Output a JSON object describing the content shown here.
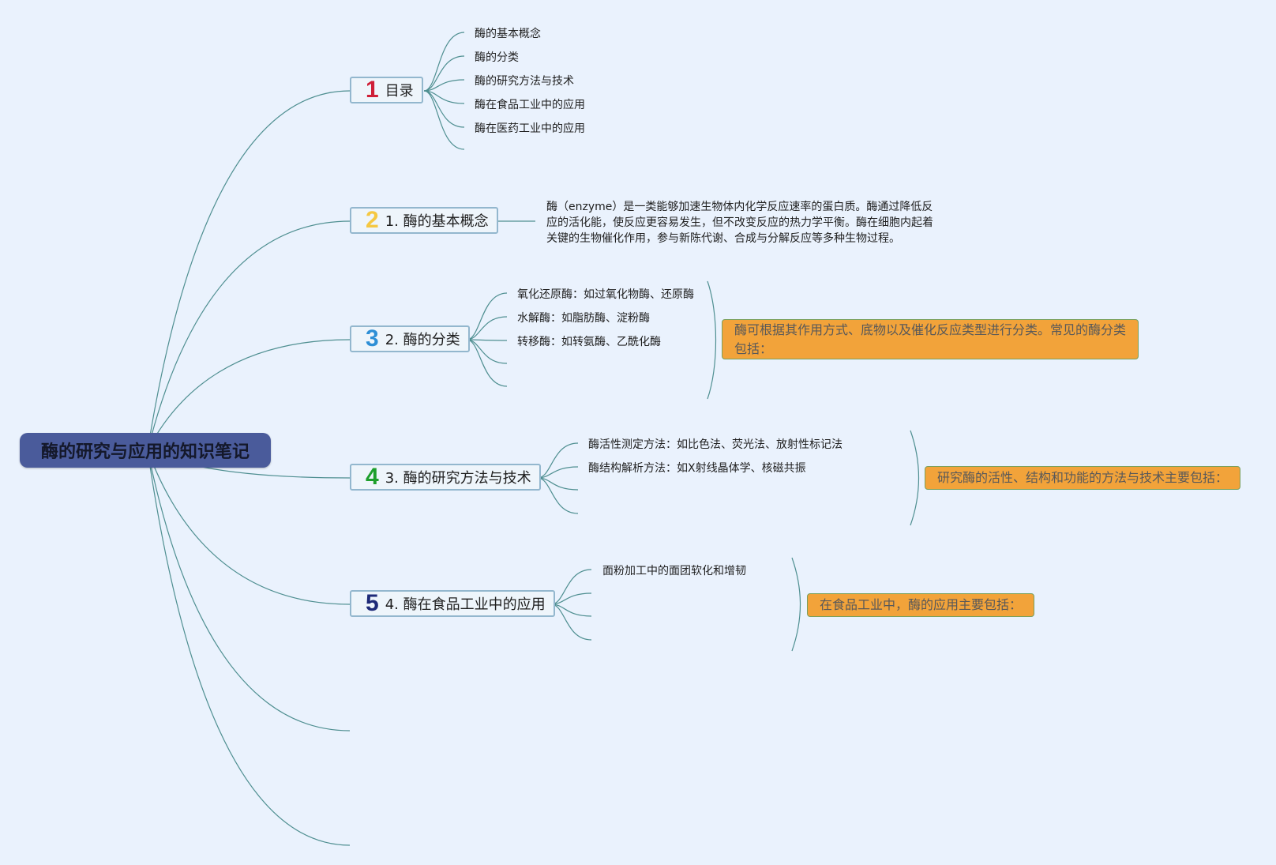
{
  "root": {
    "title": "酶的研究与应用的知识笔记"
  },
  "colors": {
    "link": "#4f8f91",
    "root_bg": "#4a5b9b",
    "marker_1": "#cf1f37",
    "marker_2": "#f5c842",
    "marker_3": "#2e8fd6",
    "marker_4": "#1d9f2c",
    "marker_5": "#1e2a78",
    "callout_bg": "#f2a33a"
  },
  "topics": [
    {
      "marker": "1",
      "label": "目录",
      "items": [
        "酶的基本概念",
        "酶的分类",
        "酶的研究方法与技术",
        "酶在食品工业中的应用",
        "酶在医药工业中的应用"
      ]
    },
    {
      "marker": "2",
      "label": "1. 酶的基本概念",
      "paragraph": "酶（enzyme）是一类能够加速生物体内化学反应速率的蛋白质。酶通过降低反应的活化能，使反应更容易发生，但不改变反应的热力学平衡。酶在细胞内起着关键的生物催化作用，参与新陈代谢、合成与分解反应等多种生物过程。"
    },
    {
      "marker": "3",
      "label": "2. 酶的分类",
      "items": [
        "氧化还原酶：如过氧化物酶、还原酶",
        "水解酶：如脂肪酶、淀粉酶",
        "转移酶：如转氨酶、乙酰化酶"
      ],
      "summary": "酶可根据其作用方式、底物以及催化反应类型进行分类。常见的酶分类包括："
    },
    {
      "marker": "4",
      "label": "3. 酶的研究方法与技术",
      "items": [
        "酶活性测定方法：如比色法、荧光法、放射性标记法",
        "酶结构解析方法：如X射线晶体学、核磁共振"
      ],
      "summary": "研究酶的活性、结构和功能的方法与技术主要包括："
    },
    {
      "marker": "5",
      "label": "4. 酶在食品工业中的应用",
      "items": [
        "面粉加工中的面团软化和增韧"
      ],
      "summary": "在食品工业中，酶的应用主要包括："
    }
  ]
}
